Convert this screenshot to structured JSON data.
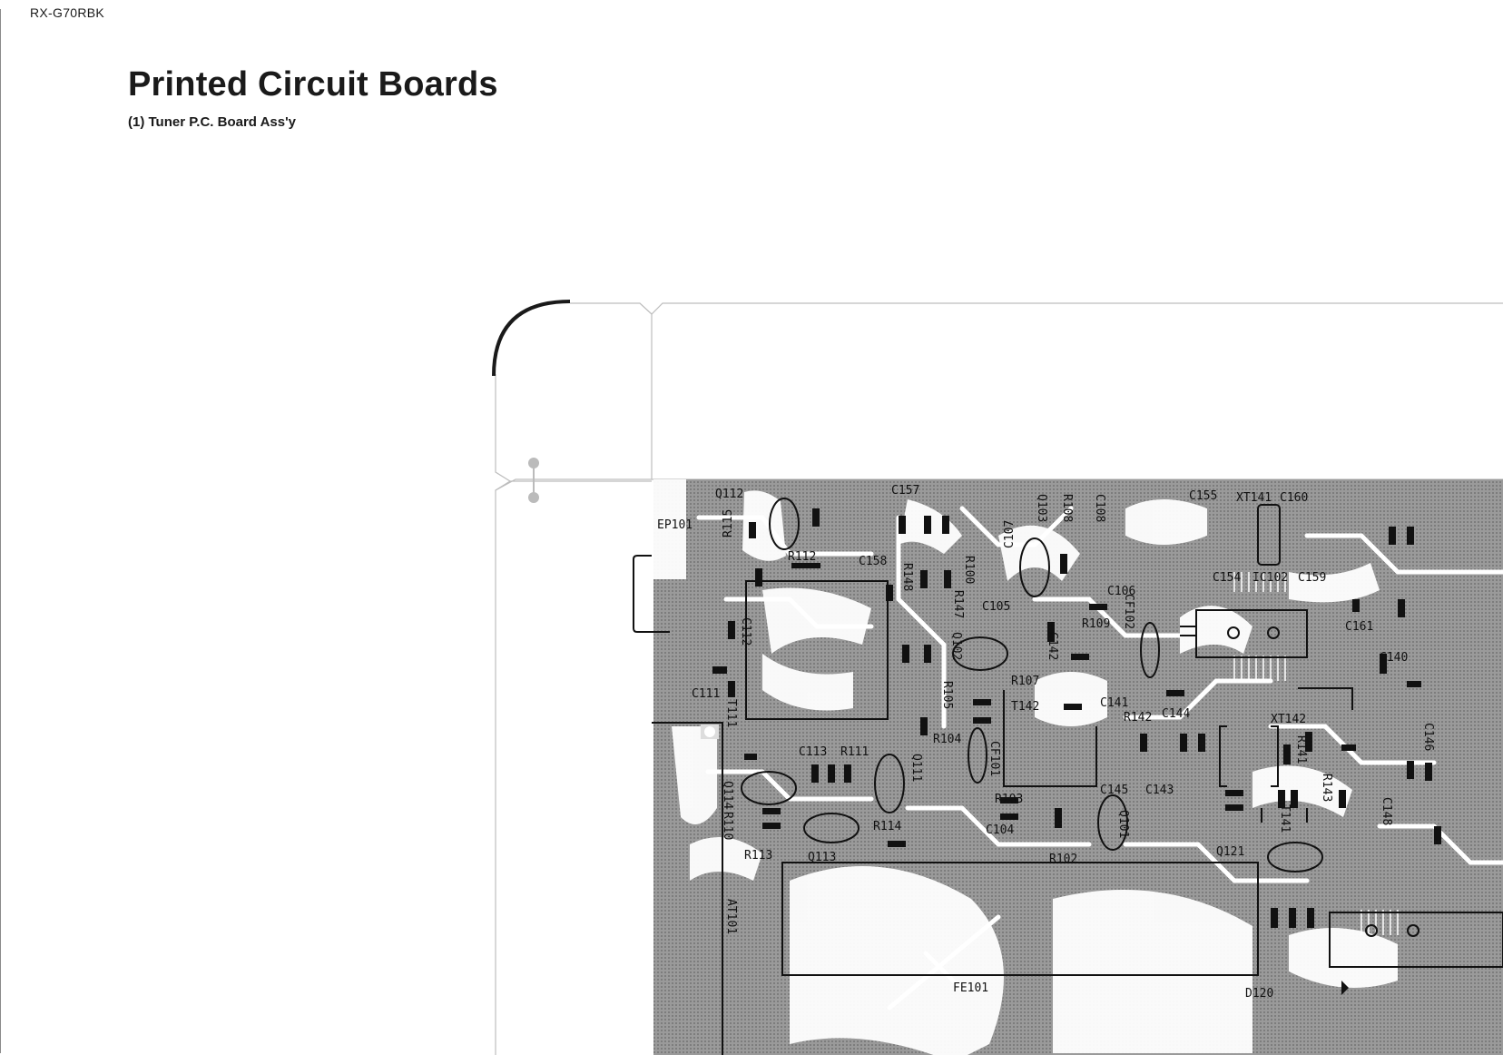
{
  "header": {
    "model_id": "RX-G70RBK",
    "title": "Printed Circuit Boards",
    "subtitle": "(1)  Tuner P.C. Board Ass'y"
  },
  "board": {
    "labels": [
      "EP101",
      "Q112",
      "R115",
      "C157",
      "C107",
      "Q103",
      "R108",
      "C108",
      "C155",
      "XT141",
      "C160",
      "R112",
      "C158",
      "R148",
      "R100",
      "C106",
      "C154",
      "IC102",
      "C159",
      "C105",
      "R147",
      "CF102",
      "R109",
      "C161",
      "C112",
      "Q102",
      "C142",
      "C140",
      "R107",
      "C111",
      "T111",
      "R105",
      "T142",
      "C141",
      "C144",
      "R142",
      "XT142",
      "R104",
      "C113",
      "R111",
      "CF101",
      "R141",
      "Q111",
      "Q114",
      "R110",
      "R103",
      "C145",
      "C143",
      "R143",
      "R114",
      "C104",
      "Q101",
      "T141",
      "R113",
      "Q113",
      "R102",
      "Q121",
      "AT101",
      "FE101",
      "D120",
      "C146",
      "C148"
    ]
  }
}
